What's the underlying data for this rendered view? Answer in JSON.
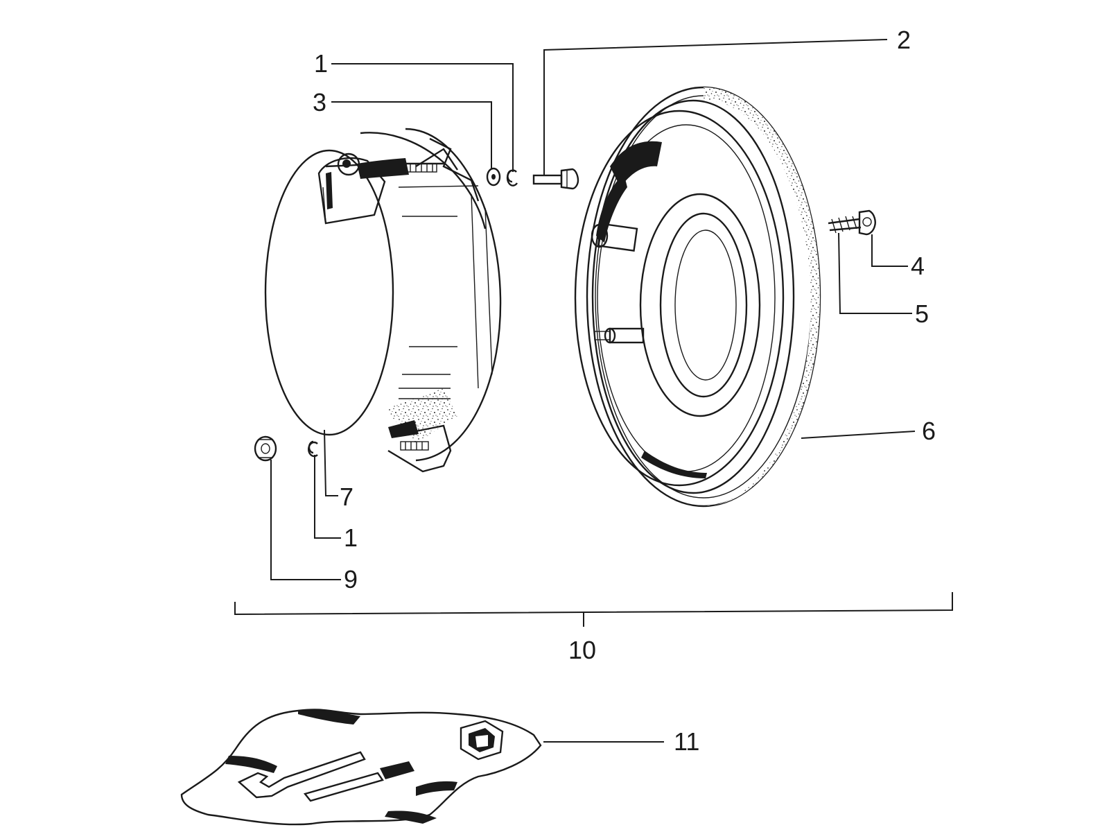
{
  "diagram": {
    "callouts": {
      "c1_top": "1",
      "c2": "2",
      "c3": "3",
      "c4": "4",
      "c5": "5",
      "c6": "6",
      "c7": "7",
      "c1_bottom": "1",
      "c9": "9",
      "c10": "10",
      "c11": "11"
    }
  }
}
